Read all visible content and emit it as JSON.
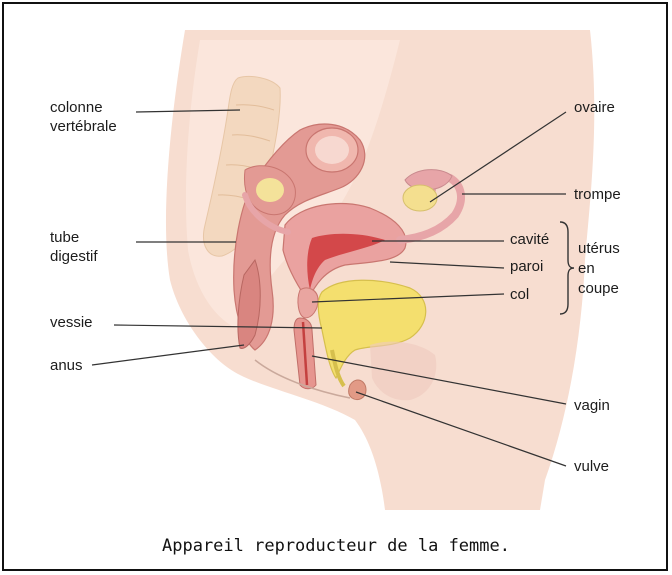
{
  "labels": {
    "colonne_line1": "colonne",
    "colonne_line2": "vertébrale",
    "tube_line1": "tube",
    "tube_line2": "digestif",
    "vessie": "vessie",
    "anus": "anus",
    "ovaire": "ovaire",
    "trompe": "trompe",
    "cavite": "cavité",
    "paroi": "paroi",
    "col": "col",
    "uterus_line1": "utérus",
    "uterus_line2": "en",
    "uterus_line3": "coupe",
    "vagin": "vagin",
    "vulve": "vulve"
  },
  "caption": "Appareil reproducteur de la femme.",
  "colors": {
    "skin": "#f6dccf",
    "skin_light": "#fbeae2",
    "spine": "#f3d8bf",
    "tube": "#e5a19b",
    "tube_dark": "#d98580",
    "uterus": "#e89a9a",
    "cavity": "#d24a4a",
    "bladder": "#f4df6e",
    "ovary": "#f4df8f",
    "trompe": "#e7a5a8"
  }
}
